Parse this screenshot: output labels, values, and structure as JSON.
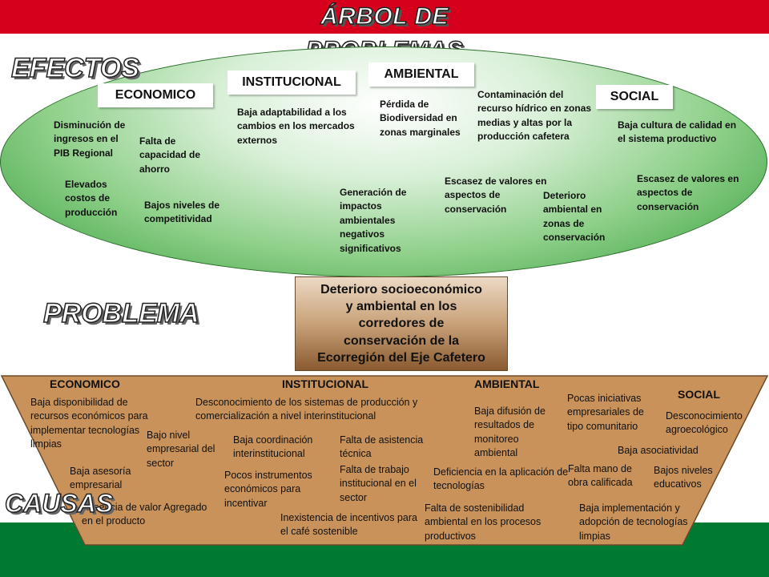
{
  "title": "ÁRBOL DE PROBLEMAS",
  "section_labels": {
    "efectos": "EFECTOS",
    "problema": "PROBLEMA",
    "causas": "CAUSAS"
  },
  "effects": {
    "categories": {
      "economico": "ECONOMICO",
      "institucional": "INSTITUCIONAL",
      "ambiental": "AMBIENTAL",
      "social": "SOCIAL"
    },
    "items": {
      "disminucion_ingresos": "Disminución de ingresos en el PIB Regional",
      "falta_capacidad_ahorro": "Falta de capacidad de ahorro",
      "elevados_costos": "Elevados costos de producción",
      "bajos_niveles_competitividad": "Bajos niveles de competitividad",
      "baja_adaptabilidad": "Baja adaptabilidad a los cambios en los mercados externos",
      "perdida_biodiversidad": "Pérdida de Biodiversidad en zonas marginales",
      "generacion_impactos": "Generación de impactos ambientales negativos significativos",
      "contaminacion_hidrico": "Contaminación del recurso hídrico en zonas medias y altas por la producción cafetera",
      "escasez_valores_1": "Escasez de valores en aspectos de conservación",
      "deterioro_ambiental_zonas": "Deterioro ambiental en zonas de conservación",
      "baja_cultura_calidad": "Baja cultura de calidad en el sistema productivo",
      "escasez_valores_2": "Escasez de valores en aspectos de conservación"
    }
  },
  "problem": {
    "line1": "Deterioro socioeconómico",
    "line2": "y ambiental en los",
    "line3": "corredores de",
    "line4": "conservación de la",
    "line5": "Ecorregión del Eje Cafetero"
  },
  "causes": {
    "headers": {
      "economico": "ECONOMICO",
      "institucional": "INSTITUCIONAL",
      "ambiental": "AMBIENTAL",
      "social": "SOCIAL"
    },
    "items": {
      "baja_disponibilidad": "Baja disponibilidad de recursos económicos para implementar tecnologías limpias",
      "bajo_nivel_empresarial": "Bajo nivel empresarial del sector",
      "baja_asesoria": "Baja asesoría empresarial",
      "ausencia_valor": "Ausencia de valor Agregado en el producto",
      "desconocimiento_sistemas": "Desconocimiento de los sistemas de producción y comercialización a nivel interinstitucional",
      "baja_coordinacion": "Baja coordinación interinstitucional",
      "falta_asistencia": "Falta de asistencia técnica",
      "pocos_instrumentos": "Pocos instrumentos económicos para incentivar",
      "falta_trabajo": "Falta de trabajo institucional en el sector",
      "inexistencia_incentivos": "Inexistencia de incentivos para el café sostenible",
      "baja_difusion": "Baja difusión de resultados de monitoreo ambiental",
      "deficiencia_aplicacion": "Deficiencia en la aplicación de tecnologías",
      "falta_sostenibilidad": "Falta de sostenibilidad ambiental en los procesos productivos",
      "pocas_iniciativas": "Pocas iniciativas empresariales de tipo comunitario",
      "desconocimiento_agro": "Desconocimiento agroecológico",
      "baja_asociatividad": "Baja asociatividad",
      "falta_mano_obra": "Falta mano de obra calificada",
      "bajos_niveles_educativos": "Bajos niveles educativos",
      "baja_implementacion": "Baja implementación y adopción de tecnologías limpias"
    }
  },
  "colors": {
    "red": "#d6001c",
    "green": "#007a33",
    "tray": "#c8925a"
  }
}
